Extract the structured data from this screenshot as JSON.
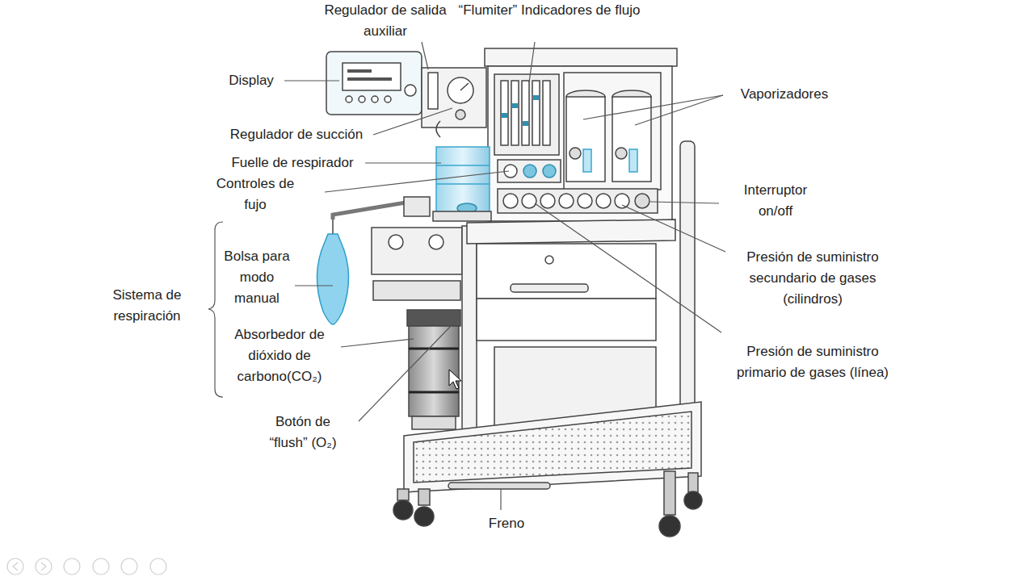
{
  "diagram": {
    "labels": [
      "Regulador de salida auxiliar",
      "“Flumiter” Indicadores de flujo",
      "Display",
      "Vaporizadores",
      "Regulador de succión",
      "Fuelle de respirador",
      "Controles de fujo",
      "Interruptor on/off",
      "Sistema de respiración",
      "Bolsa para modo manual",
      "Presión de suministro secundario de gases (cilindros)",
      "Absorbedor de dióxido de carbono(CO₂)",
      "Presión de suministro primario de gases (línea)",
      "Botón de “flush” (O₂)",
      "Freno"
    ]
  }
}
